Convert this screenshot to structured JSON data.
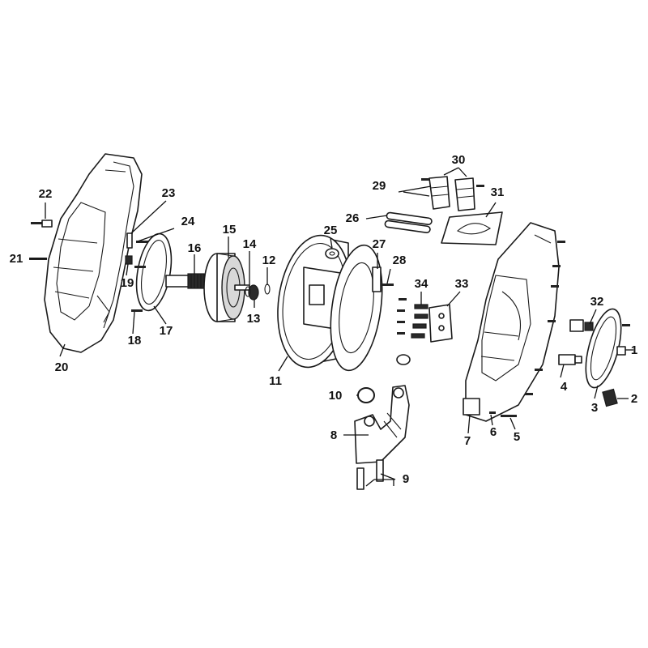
{
  "labels": {
    "n1": "1",
    "n2": "2",
    "n3": "3",
    "n4": "4",
    "n5": "5",
    "n6": "6",
    "n7": "7",
    "n8": "8",
    "n9": "9",
    "n10": "10",
    "n11": "11",
    "n12": "12",
    "n13": "13",
    "n14": "14",
    "n15": "15",
    "n16": "16",
    "n17": "17",
    "n18": "18",
    "n19": "19",
    "n20": "20",
    "n21": "21",
    "n22": "22",
    "n23": "23",
    "n24": "24",
    "n25": "25",
    "n26": "26",
    "n27": "27",
    "n28": "28",
    "n29": "29",
    "n30": "30",
    "n31": "31",
    "n32": "32",
    "n33": "33",
    "n34": "34"
  },
  "colors": {
    "line": "#1a1a1a",
    "background": "#ffffff"
  }
}
